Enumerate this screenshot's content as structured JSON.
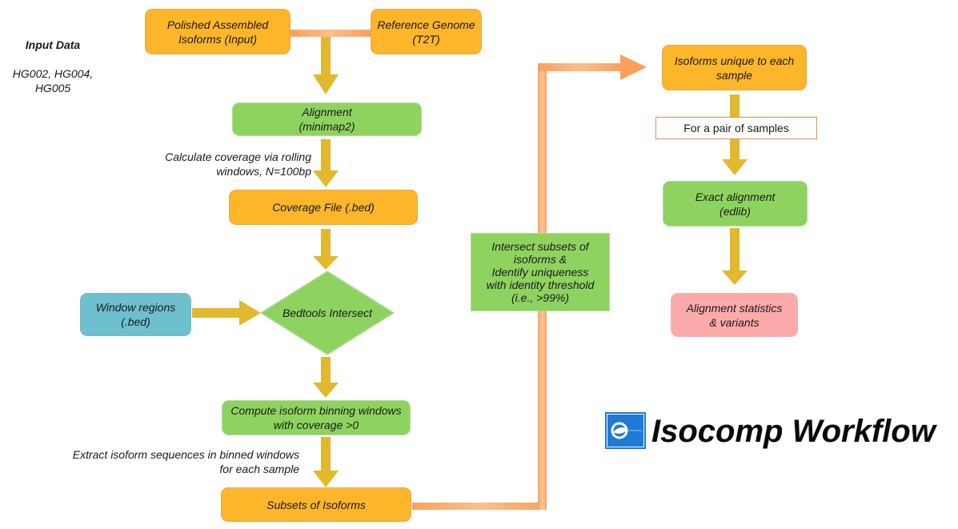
{
  "title": "Isocomp Workflow",
  "input_data": {
    "heading": "Input Data",
    "samples": "HG002, HG004, HG005"
  },
  "nodes": {
    "polished_isoforms": "Polished Assembled\nIsoforms (Input)",
    "reference_genome": "Reference Genome\n(T2T)",
    "alignment": "Alignment\n(minimap2)",
    "coverage_file": "Coverage File (.bed)",
    "window_regions": "Window regions\n(.bed)",
    "bedtools_intersect": "Bedtools Intersect",
    "compute_windows": "Compute isoform binning windows\nwith coverage >0",
    "subsets_isoforms": "Subsets of Isoforms",
    "intersect_subsets": "Intersect subsets of\nisoforms &\nIdentify uniqueness\nwith identity threshold\n(i.e., >99%)",
    "unique_isoforms": "Isoforms unique to each\nsample",
    "pair_of_samples": "For a pair of samples",
    "exact_alignment": "Exact alignment\n(edlib)",
    "alignment_stats": "Alignment statistics\n& variants"
  },
  "annotations": {
    "coverage_calc": "Calculate coverage via rolling\nwindows, N=100bp",
    "extract_sequences": "Extract isoform sequences in binned windows\nfor each sample"
  },
  "colors": {
    "orange_node": "#fdb52a",
    "green_node": "#8ed35f",
    "blue_node": "#6ec0cf",
    "pink_node": "#fcaaa9",
    "down_arrow": "#e2b82e",
    "connector": "#fba66a",
    "logo_blue": "#1e7ad6"
  }
}
